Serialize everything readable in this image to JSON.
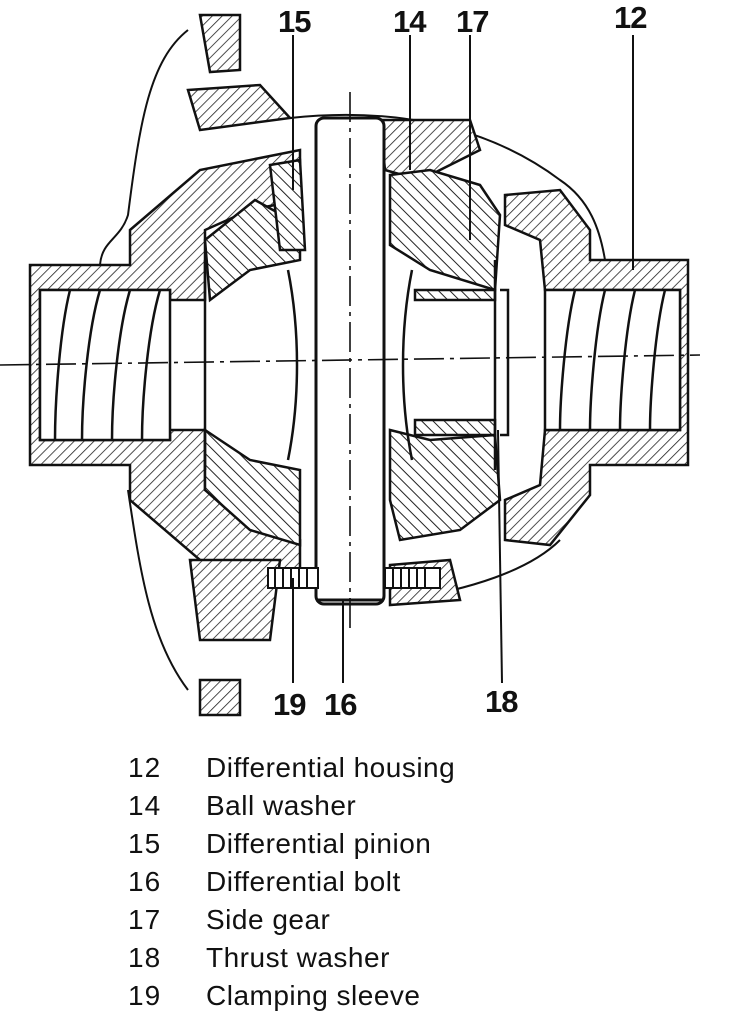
{
  "diagram": {
    "callouts": [
      {
        "id": "c12",
        "label": "12"
      },
      {
        "id": "c14",
        "label": "14"
      },
      {
        "id": "c15",
        "label": "15"
      },
      {
        "id": "c16",
        "label": "16"
      },
      {
        "id": "c17",
        "label": "17"
      },
      {
        "id": "c18",
        "label": "18"
      },
      {
        "id": "c19",
        "label": "19"
      }
    ]
  },
  "legend": {
    "items": [
      {
        "number": "12",
        "text": "Differential housing"
      },
      {
        "number": "14",
        "text": "Ball washer"
      },
      {
        "number": "15",
        "text": "Differential pinion"
      },
      {
        "number": "16",
        "text": "Differential bolt"
      },
      {
        "number": "17",
        "text": "Side gear"
      },
      {
        "number": "18",
        "text": "Thrust washer"
      },
      {
        "number": "19",
        "text": "Clamping sleeve"
      }
    ]
  }
}
